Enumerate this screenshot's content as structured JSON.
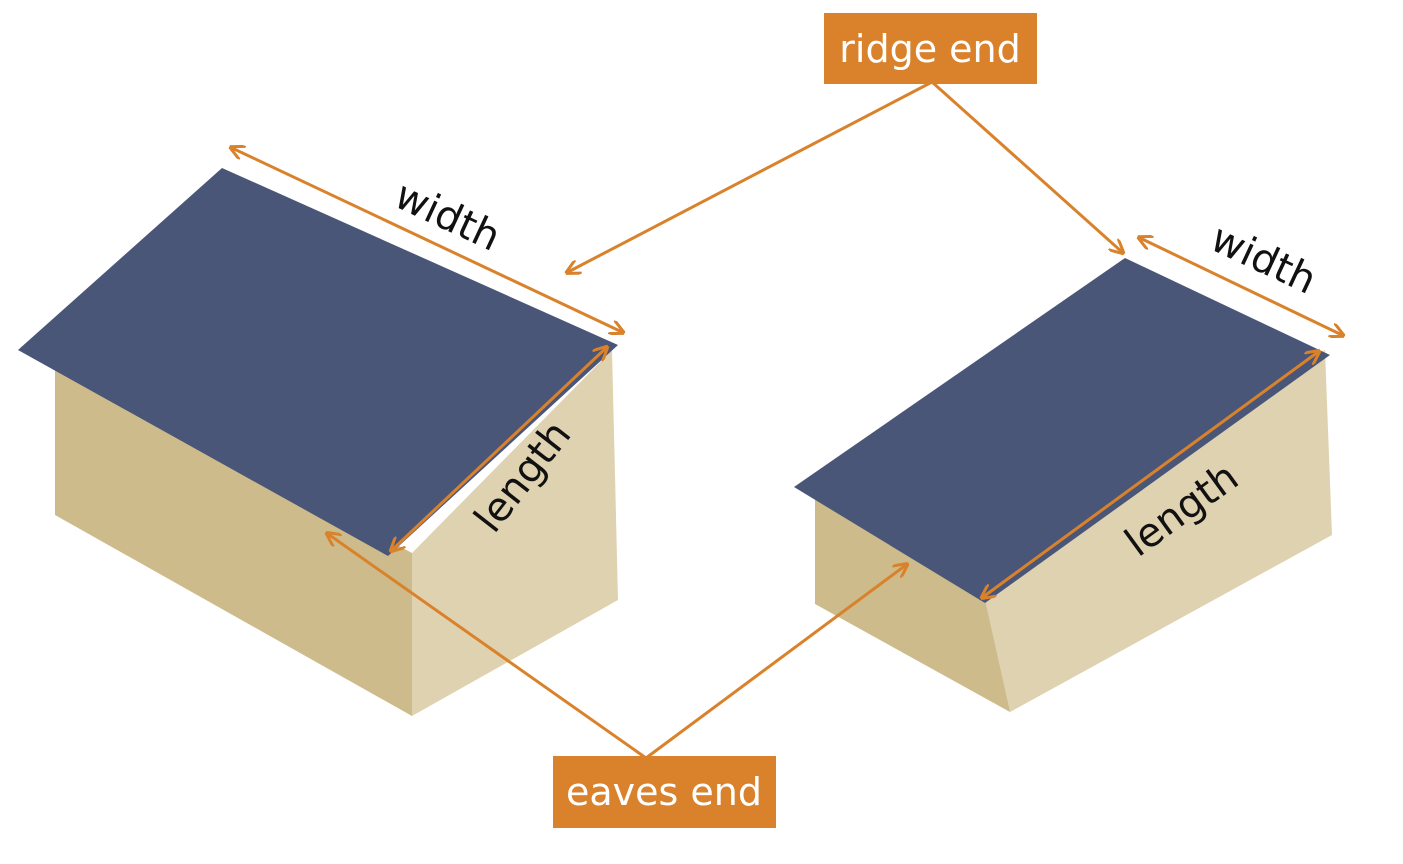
{
  "title": "Roof length and width dimensions: ridge end vs eaves end",
  "colors": {
    "roof": "#4a5678",
    "wall_front": "#cdbb8c",
    "wall_side": "#dfd2b0",
    "accent": "#d9822b",
    "label_text": "#ffffff",
    "dimension_text": "#111111"
  },
  "labels": {
    "ridge_end": "ridge end",
    "eaves_end": "eaves end"
  },
  "buildings": [
    {
      "name": "left-building",
      "width_label": "width",
      "length_label": "length"
    },
    {
      "name": "right-building",
      "width_label": "width",
      "length_label": "length"
    }
  ]
}
